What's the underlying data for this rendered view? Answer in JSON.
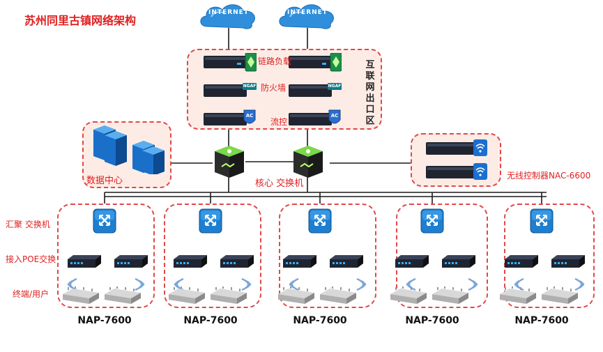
{
  "title": "苏州同里古镇网络架构",
  "internet": [
    "INTERNET",
    "INTERNET"
  ],
  "exit_zone": {
    "label": "互联网出口区",
    "labels": {
      "load_balancer": "链路负载",
      "firewall": "防火墙",
      "flow_control": "流控"
    },
    "badges": {
      "ngaf": "NGAF",
      "ac": "AC"
    }
  },
  "datacenter": {
    "label": "数据中心"
  },
  "core": {
    "label": "核心 交换机"
  },
  "wireless_controller": {
    "label": "无线控制器NAC-6600"
  },
  "row_labels": {
    "aggregation": "汇聚 交换机",
    "poe": "接入POE交换",
    "terminal": "终端/用户"
  },
  "groups": [
    {
      "label": "NAP-7600"
    },
    {
      "label": "NAP-7600"
    },
    {
      "label": "NAP-7600"
    },
    {
      "label": "NAP-7600"
    },
    {
      "label": "NAP-7600"
    }
  ],
  "colors": {
    "accent_red": "#e02020",
    "zone_fill": "#fdece6",
    "cloud": "#2f8fdc",
    "switch_blue": "#1e7fd0",
    "core_green": "#5cc02f"
  }
}
